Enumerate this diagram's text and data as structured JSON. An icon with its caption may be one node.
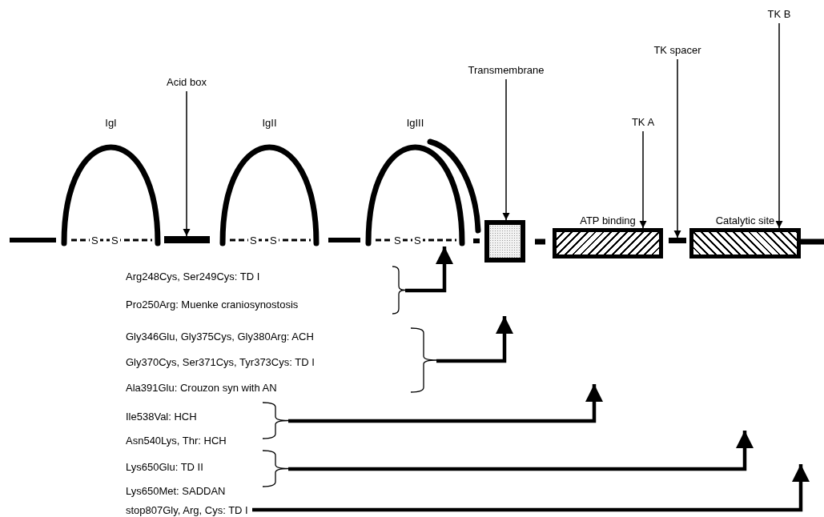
{
  "diagram": {
    "nodes": [
      {
        "text": [
          "IgI"
        ]
      },
      {
        "text": [
          "Acid box"
        ]
      },
      {
        "text": [],
        "shape": "bar"
      },
      {
        "text": [
          "IgII"
        ]
      },
      {
        "text": [
          "IgIII"
        ]
      },
      {
        "text": [
          "Transmembrane"
        ]
      },
      {
        "text": [],
        "shape": "box"
      },
      {
        "text": [
          "ATP binding"
        ]
      },
      {
        "text": [
          "TK A"
        ]
      },
      {
        "text": [
          "TK spacer"
        ]
      },
      {
        "text": [],
        "shape": "bar"
      },
      {
        "text": [
          "Catalytic site"
        ]
      },
      {
        "text": [
          "TK B"
        ]
      },
      {
        "text": [
          "Arg248Cys, Ser249Cys: TD I",
          "Pro250Arg: Muenke craniosynostosis"
        ]
      },
      {
        "text": [
          "Gly346Glu, Gly375Cys, Gly380Arg: ACH",
          "Gly370Cys, Ser371Cys, Tyr373Cys: TD I",
          "Ala391Glu: Crouzon syn with AN"
        ]
      },
      {
        "text": [
          "Ile538Val: HCH",
          "Asn540Lys, Thr: HCH"
        ]
      },
      {
        "text": [
          "Lys650Glu: TD II",
          "Lys650Met: SADDAN"
        ]
      },
      {
        "text": [
          "stop807Gly, Arg, Cys: TD I"
        ]
      }
    ],
    "edges": [
      {
        "from": 1,
        "to": 2,
        "arrow": "to"
      },
      {
        "from": 5,
        "to": 6,
        "arrow": "to"
      },
      {
        "from": 8,
        "to": 7,
        "arrow": "to"
      },
      {
        "from": 9,
        "to": 10,
        "arrow": "to"
      },
      {
        "from": 12,
        "to": 11,
        "arrow": "to"
      },
      {
        "from": 13,
        "to": 4,
        "arrow": "to",
        "style": "thick"
      },
      {
        "from": 14,
        "to": null,
        "arrow": "to",
        "style": "thick"
      },
      {
        "from": 15,
        "to": null,
        "arrow": "to",
        "style": "thick"
      },
      {
        "from": 16,
        "to": null,
        "arrow": "to",
        "style": "thick"
      },
      {
        "from": 17,
        "to": null,
        "arrow": "to",
        "style": "thick"
      }
    ],
    "labels": [
      "S",
      "S",
      "S",
      "S",
      "S",
      "S"
    ]
  }
}
